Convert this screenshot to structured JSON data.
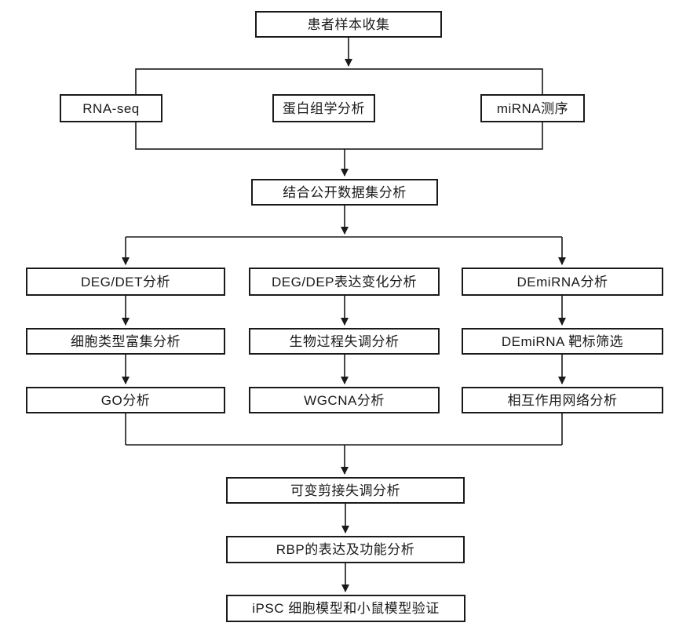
{
  "diagram": {
    "nodes": {
      "patient_sample": "患者样本收集",
      "rna_seq": "RNA-seq",
      "proteomics": "蛋白组学分析",
      "mirna_seq": "miRNA测序",
      "public_dataset": "结合公开数据集分析",
      "transcriptome_branch": [
        "DEG/DET分析",
        "细胞类型富集分析",
        "GO分析"
      ],
      "proteome_branch": [
        "DEG/DEP表达变化分析",
        "生物过程失调分析",
        "WGCNA分析"
      ],
      "mirna_branch": [
        "DEmiRNA分析",
        "DEmiRNA 靶标筛选",
        "相互作用网络分析"
      ],
      "splicing": "可变剪接失调分析",
      "rbp": "RBP的表达及功能分析",
      "validation": "iPSC 细胞模型和小鼠模型验证"
    },
    "colors": {
      "line": "#1a1a1a",
      "box_background": "#ffffff",
      "page_background": "#ffffff"
    }
  }
}
